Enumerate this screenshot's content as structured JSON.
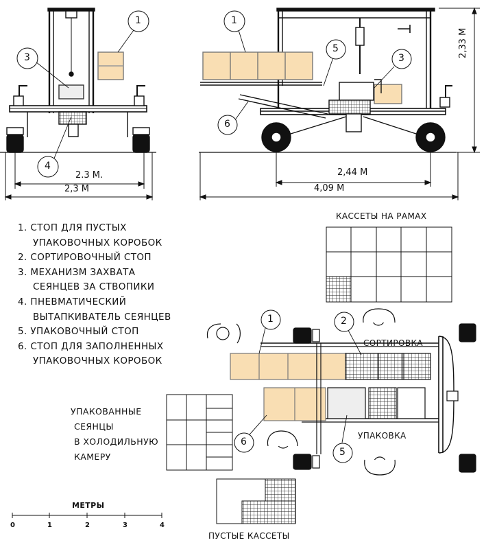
{
  "legend": [
    {
      "num": "1.",
      "lines": [
        "СТОП ДЛЯ ПУСТЫХ",
        "УПАКОВОЧНЫХ КОРОБОК"
      ]
    },
    {
      "num": "2.",
      "lines": [
        "СОРТИРОВОЧНЫЙ СТОП"
      ]
    },
    {
      "num": "3.",
      "lines": [
        "МЕХАНИЗМ ЗАХВАТА",
        "СЕЯНЦЕВ ЗА СТВОПИКИ"
      ]
    },
    {
      "num": "4.",
      "lines": [
        "ПНЕВМАТИЧЕСКИЙ",
        "ВЫТАПКИВАТЕЛЬ СЕЯНЦЕВ"
      ]
    },
    {
      "num": "5.",
      "lines": [
        "УПАКОВОЧНЫЙ СТОП"
      ]
    },
    {
      "num": "6.",
      "lines": [
        "СТОП ДЛЯ ЗАПОЛНЕННЫХ",
        "УПАКОВОЧНЫХ КОРОБОК"
      ]
    }
  ],
  "dimensions": {
    "front_inner": "2.3 М.",
    "front_outer": "2,3 М",
    "side_inner": "2,44 М",
    "side_outer": "4,09 М",
    "height": "2,33 М"
  },
  "callouts": [
    "1",
    "2",
    "3",
    "4",
    "5",
    "6"
  ],
  "labels": {
    "cassettes_on_frames": "КАССЕТЫ НА РАМАХ",
    "sorting": "СОРТИРОВКА",
    "packing": "УПАКОВКА",
    "packed": [
      "УПАКОВАННЫЕ",
      "СЕЯНЦЫ",
      "В ХОЛОДИЛЬНУЮ",
      "КАМЕРУ"
    ],
    "empty_cassettes": "ПУСТЫЕ КАССЕТЫ"
  },
  "scale": {
    "title": "МЕТРЫ",
    "ticks": [
      "0",
      "1",
      "2",
      "3",
      "4"
    ]
  }
}
